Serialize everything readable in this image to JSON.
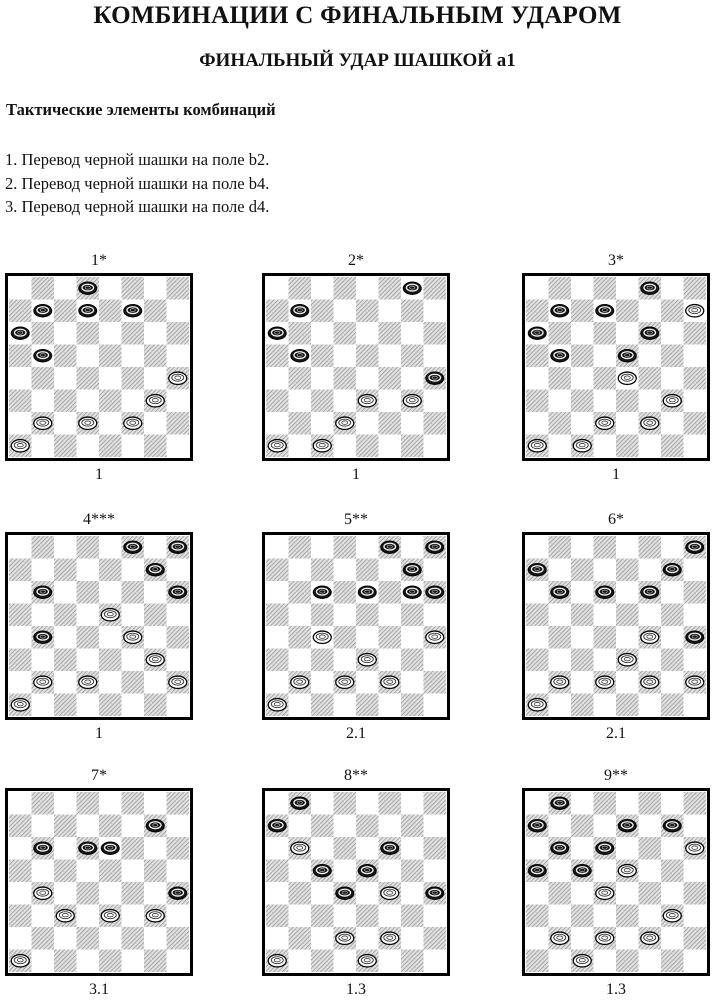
{
  "header": {
    "title": "КОМБИНАЦИИ С ФИНАЛЬНЫМ УДАРОМ",
    "subtitle": "ФИНАЛЬНЫЙ УДАР ШАШКОЙ а1"
  },
  "section": {
    "heading": "Тактические элементы комбинаций",
    "items": [
      "1. Перевод черной шашки на поле b2.",
      "2. Перевод черной шашки на поле b4.",
      "3. Перевод черной шашки на поле d4."
    ]
  },
  "diagrams": [
    {
      "number": "1*",
      "reference": "1",
      "white": [
        "a1",
        "b2",
        "d2",
        "f2",
        "g3",
        "h4"
      ],
      "black": [
        "a6",
        "b5",
        "b7",
        "d7",
        "d8",
        "f7"
      ]
    },
    {
      "number": "2*",
      "reference": "1",
      "white": [
        "a1",
        "c1",
        "d2",
        "e3",
        "g3"
      ],
      "black": [
        "a6",
        "b5",
        "b7",
        "g8",
        "h4"
      ]
    },
    {
      "number": "3*",
      "reference": "1",
      "white": [
        "a1",
        "c1",
        "d2",
        "e4",
        "f2",
        "g3",
        "h7"
      ],
      "black": [
        "a6",
        "b5",
        "b7",
        "d7",
        "e5",
        "f6",
        "f8"
      ]
    },
    {
      "number": "4***",
      "reference": "1",
      "white": [
        "a1",
        "b2",
        "d2",
        "f4",
        "g3",
        "h2",
        "e5"
      ],
      "black": [
        "b4",
        "b6",
        "f8",
        "g7",
        "h6",
        "h8"
      ]
    },
    {
      "number": "5**",
      "reference": "2.1",
      "white": [
        "a1",
        "b2",
        "c4",
        "d2",
        "e3",
        "f2",
        "h4"
      ],
      "black": [
        "c6",
        "e6",
        "g6",
        "g7",
        "h6",
        "f8",
        "h8"
      ]
    },
    {
      "number": "6*",
      "reference": "2.1",
      "white": [
        "a1",
        "b2",
        "d2",
        "e3",
        "f2",
        "f4",
        "h2"
      ],
      "black": [
        "a7",
        "b6",
        "d6",
        "f6",
        "g7",
        "h4",
        "h8"
      ]
    },
    {
      "number": "7*",
      "reference": "3.1",
      "white": [
        "a1",
        "b4",
        "c3",
        "e3",
        "g3"
      ],
      "black": [
        "b6",
        "d6",
        "e6",
        "g7",
        "h4"
      ]
    },
    {
      "number": "8**",
      "reference": "1.3",
      "white": [
        "a1",
        "b6",
        "d2",
        "e1",
        "f2",
        "f4"
      ],
      "black": [
        "a7",
        "b8",
        "c5",
        "d4",
        "e5",
        "f6",
        "h4"
      ]
    },
    {
      "number": "9**",
      "reference": "1.3",
      "white": [
        "b2",
        "c1",
        "d2",
        "d4",
        "e5",
        "f2",
        "g3",
        "h6"
      ],
      "black": [
        "a5",
        "a7",
        "b6",
        "b8",
        "c5",
        "d6",
        "e7",
        "g7"
      ]
    }
  ]
}
